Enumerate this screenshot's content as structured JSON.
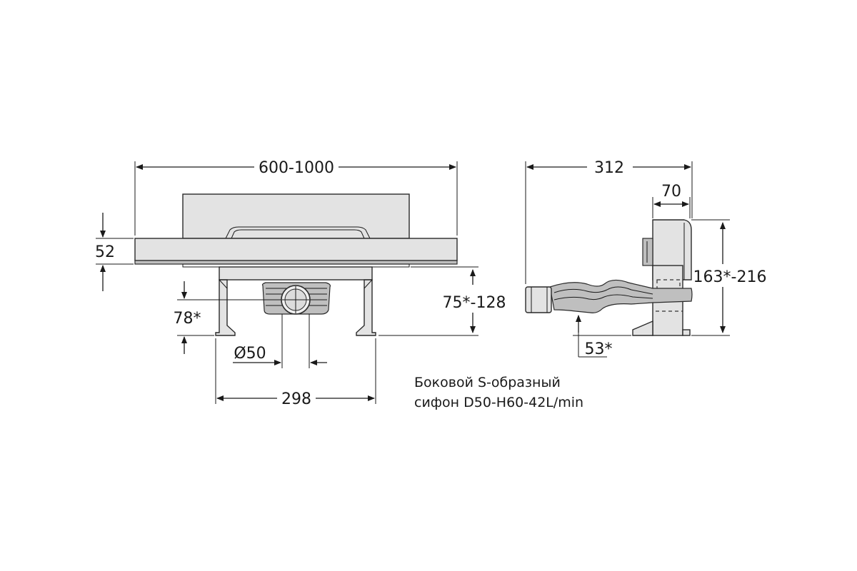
{
  "front_view": {
    "dim_total_length": "600-1000",
    "dim_height_52": "52",
    "dim_height_range": "75*-128",
    "dim_siphon_height": "78*",
    "dim_outlet_diameter": "Ø50",
    "dim_feet_span": "298"
  },
  "side_view": {
    "dim_depth": "312",
    "dim_flange": "70",
    "dim_height_range": "163*-216",
    "dim_outlet_height": "53*"
  },
  "caption": {
    "line1": "Боковой S-образный",
    "line2": "сифон D50-H60-42L/min"
  }
}
